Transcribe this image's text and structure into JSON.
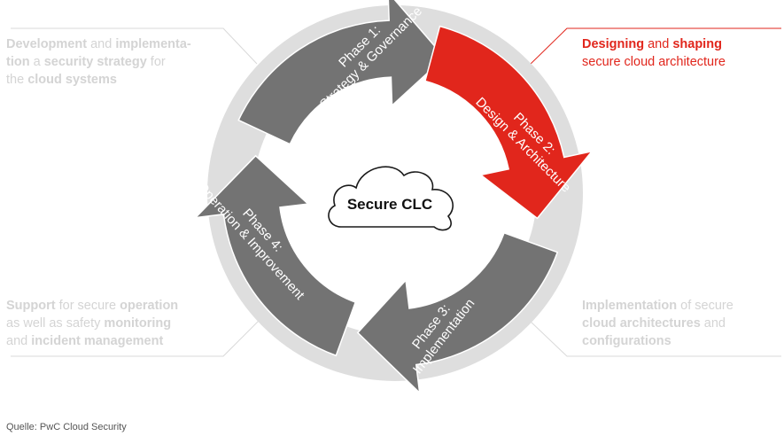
{
  "center": {
    "label": "Secure CLC"
  },
  "colors": {
    "active": "#e1261c",
    "inactive": "#737373",
    "ring": "#dedede",
    "text_inactive": "#d4d4d4"
  },
  "phases": [
    {
      "line1": "Phase 1:",
      "line2": "Strategy & Governance",
      "active": false
    },
    {
      "line1": "Phase 2:",
      "line2": "Design & Architecture",
      "active": true
    },
    {
      "line1": "Phase 3:",
      "line2": "Implementation",
      "active": false
    },
    {
      "line1": "Phase 4:",
      "line2": "Operation & Improvement",
      "active": false
    }
  ],
  "callouts": [
    {
      "parts": [
        {
          "t": "Development",
          "b": true
        },
        {
          "t": " and ",
          "b": false
        },
        {
          "t": "implementa-\ntion",
          "b": true
        },
        {
          "t": " a ",
          "b": false
        },
        {
          "t": "security strategy",
          "b": true
        },
        {
          "t": " for\nthe ",
          "b": false
        },
        {
          "t": "cloud systems",
          "b": true
        }
      ]
    },
    {
      "parts": [
        {
          "t": "Designing",
          "b": true
        },
        {
          "t": " and ",
          "b": false
        },
        {
          "t": "shaping",
          "b": true
        },
        {
          "t": "\nsecure cloud architecture",
          "b": false
        }
      ]
    },
    {
      "parts": [
        {
          "t": "Implementation",
          "b": true
        },
        {
          "t": " of secure\n",
          "b": false
        },
        {
          "t": "cloud architectures",
          "b": true
        },
        {
          "t": " and\n",
          "b": false
        },
        {
          "t": "configurations",
          "b": true
        }
      ]
    },
    {
      "parts": [
        {
          "t": "Support",
          "b": true
        },
        {
          "t": " for secure ",
          "b": false
        },
        {
          "t": "operation",
          "b": true
        },
        {
          "t": "\nas well as safety ",
          "b": false
        },
        {
          "t": "monitoring",
          "b": true
        },
        {
          "t": "\nand ",
          "b": false
        },
        {
          "t": "incident management",
          "b": true
        }
      ]
    }
  ],
  "source": "Quelle: PwC Cloud Security"
}
